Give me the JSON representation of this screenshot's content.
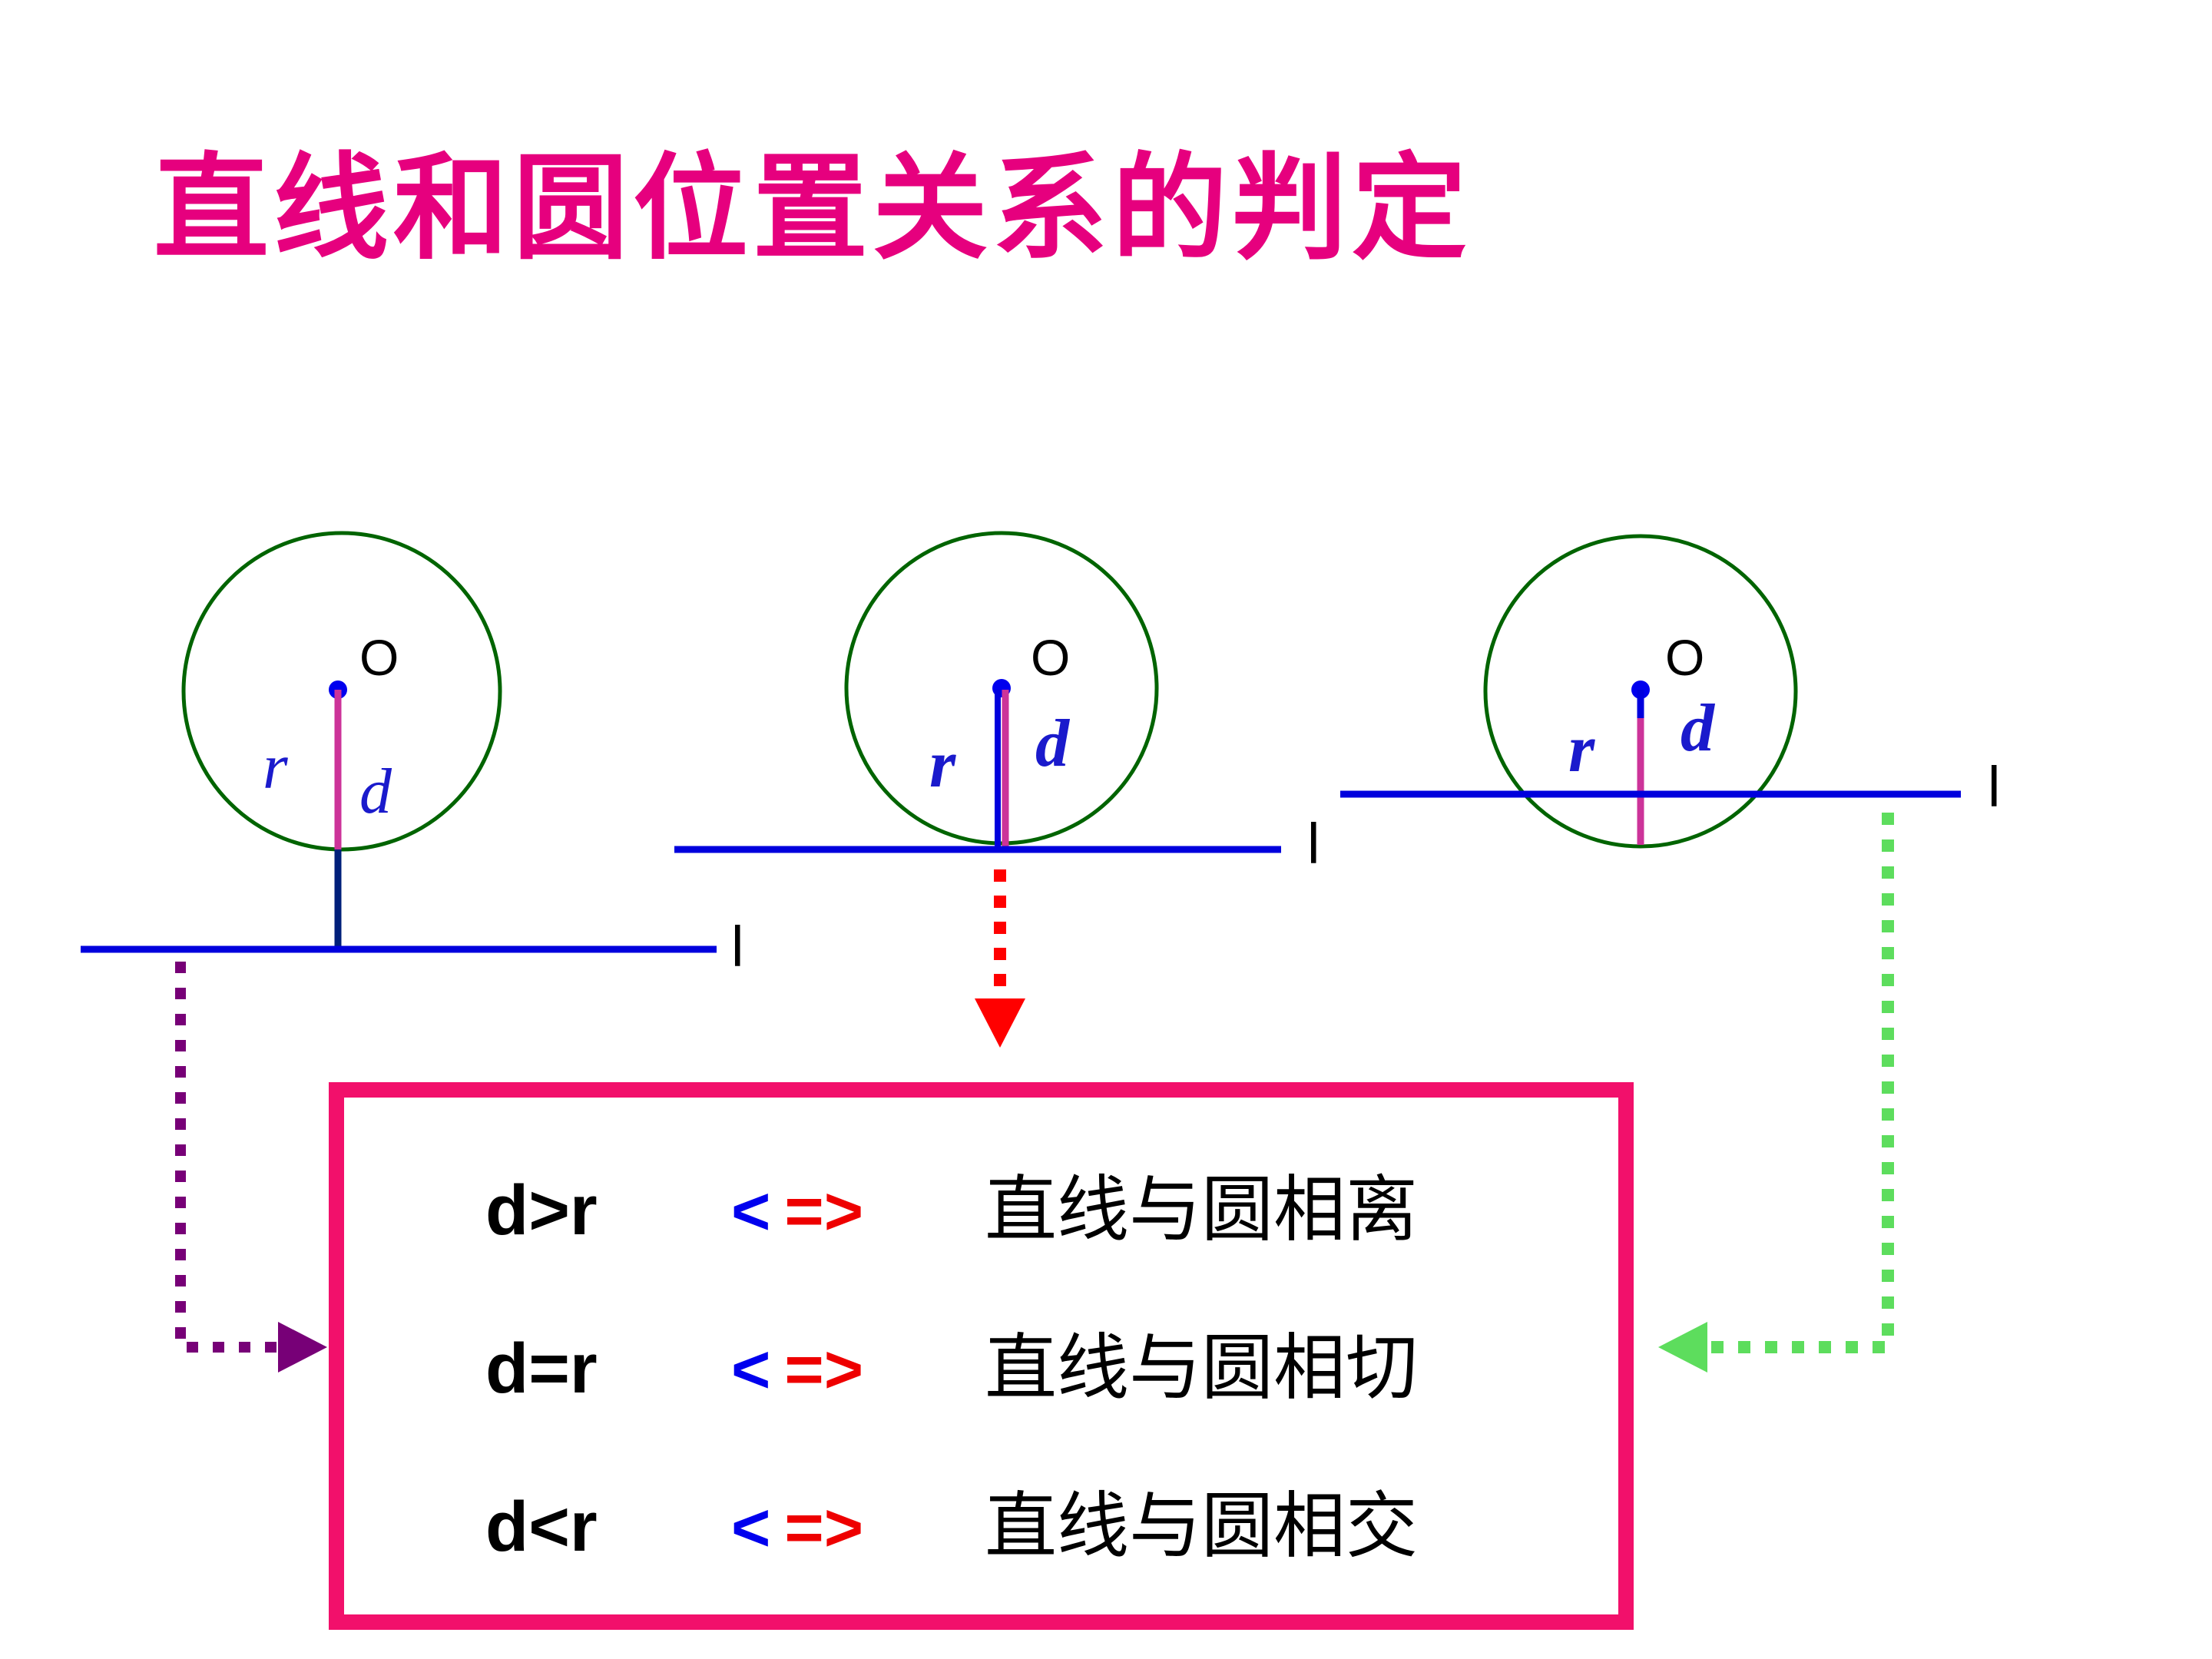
{
  "title": "直线和圆位置关系的判定",
  "diagrams": {
    "left": {
      "center_label": "O",
      "r_label": "r",
      "d_label": "d",
      "line_label": "l"
    },
    "middle": {
      "center_label": "O",
      "r_label": "r",
      "d_label": "d",
      "line_label": "l"
    },
    "right": {
      "center_label": "O",
      "r_label": "r",
      "d_label": "d",
      "line_label": "l"
    }
  },
  "box": {
    "rows": [
      {
        "condition": "d>r",
        "lt": "<",
        "arrow": "=>",
        "conclusion": "直线与圆相离"
      },
      {
        "condition": "d=r",
        "lt": "<",
        "arrow": "=>",
        "conclusion": "直线与圆相切"
      },
      {
        "condition": "d<r",
        "lt": "<",
        "arrow": "=>",
        "conclusion": "直线与圆相交"
      }
    ]
  },
  "colors": {
    "title": "#e6007e",
    "circle_stroke": "#006400",
    "line_blue": "#0000dd",
    "distance_magenta": "#cc3399",
    "segment_navy": "#001f7a",
    "box_border": "#f2106b",
    "arrow_red": "#ff0000",
    "arrow_purple": "#770077",
    "arrow_green": "#5ddd5d",
    "lt_blue": "#0000ee",
    "arrow_text_red": "#ee0000"
  }
}
